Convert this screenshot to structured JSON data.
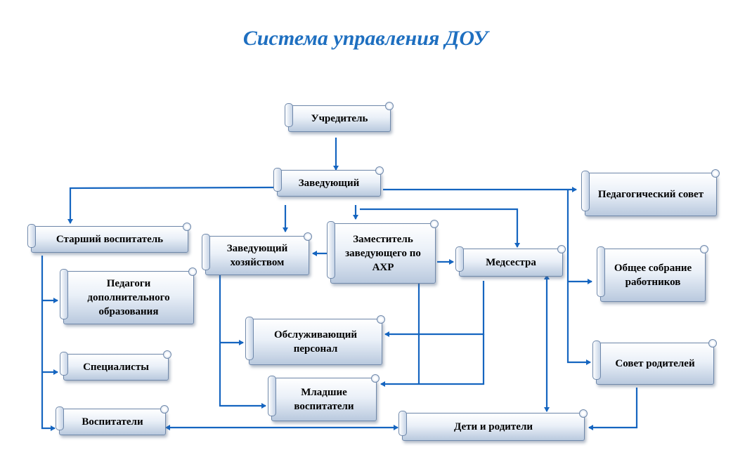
{
  "title": "Система управления ДОУ",
  "nodes": {
    "founder": "Учредитель",
    "head": "Заведующий",
    "senior_teacher": "Старший воспитатель",
    "supply_manager": "Заведующий хозяйством",
    "deputy_ahr": "Заместитель заведующего по АХР",
    "nurse": "Медсестра",
    "ped_council": "Педагогический совет",
    "general_meeting": "Общее собрание работников",
    "parents_council": "Совет родителей",
    "add_education": "Педагоги дополнительного образования",
    "specialists": "Специалисты",
    "educators": "Воспитатели",
    "service_staff": "Обслуживающий персонал",
    "junior_educators": "Младшие воспитатели",
    "children_parents": "Дети и родители"
  },
  "colors": {
    "title": "#1e6fc0",
    "arrow": "#1565c0",
    "node_border": "#6f88aa"
  }
}
